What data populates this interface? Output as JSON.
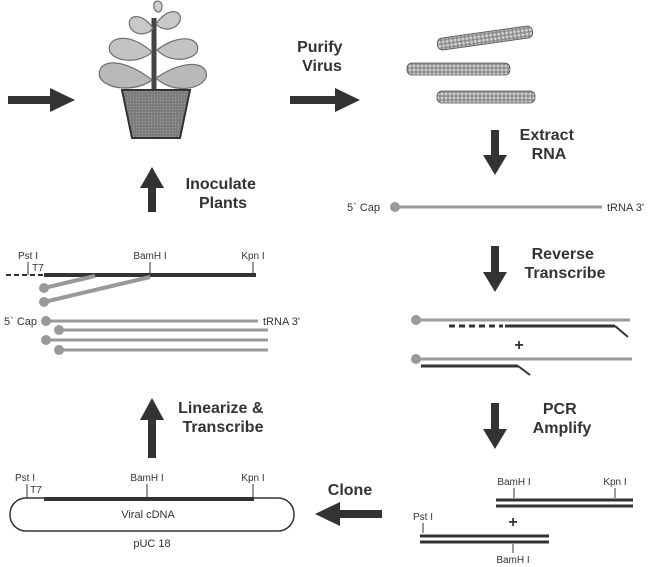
{
  "colors": {
    "dark": "#333333",
    "gray": "#999999",
    "leaf": "#b9b9b9",
    "leaf_edge": "#6f6f6f",
    "pot": "#777777"
  },
  "steps": {
    "purify": [
      "Purify",
      "Virus"
    ],
    "extract": [
      "Extract",
      "RNA"
    ],
    "reverse": [
      "Reverse",
      "Transcribe"
    ],
    "pcr": [
      "PCR",
      "Amplify"
    ],
    "clone": [
      "Clone"
    ],
    "linearize": [
      "Linearize &",
      "Transcribe"
    ],
    "inoculate": [
      "Inoculate",
      "Plants"
    ]
  },
  "labels": {
    "cap5": "5` Cap",
    "trna3": "tRNA 3'",
    "pst": "Pst I",
    "bamh": "BamH I",
    "kpn": "Kpn I",
    "t7": "T7",
    "plus": "+",
    "viral_cdna": "Viral cDNA",
    "puc18": "pUC 18"
  }
}
